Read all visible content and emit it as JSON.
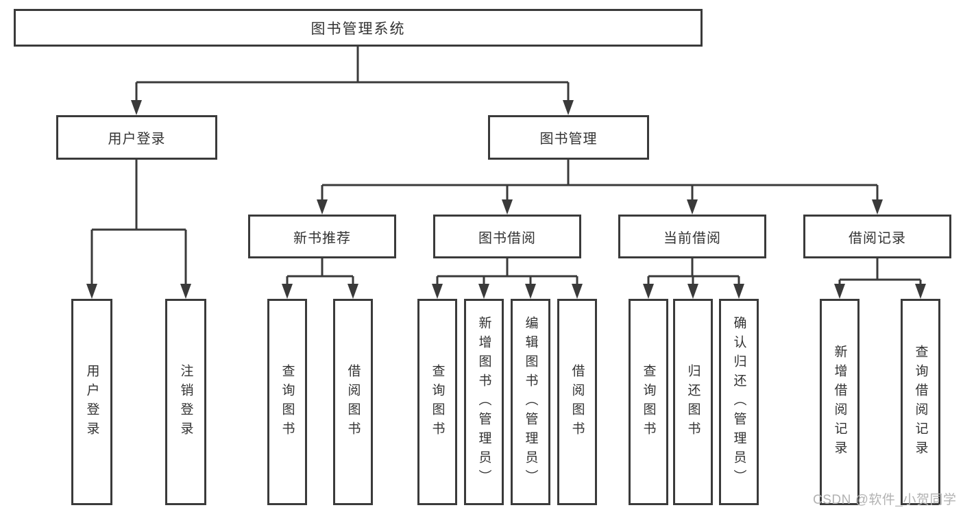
{
  "diagram_title": "图书管理系统",
  "colors": {
    "line": "#3a3a3a",
    "text": "#333333",
    "background": "#ffffff",
    "watermark": "#b2b2b2"
  },
  "tree": {
    "label": "图书管理系统",
    "children": [
      {
        "label": "用户登录",
        "children": [
          {
            "label": "用户登录"
          },
          {
            "label": "注销登录"
          }
        ]
      },
      {
        "label": "图书管理",
        "children": [
          {
            "label": "新书推荐",
            "children": [
              {
                "label": "查询图书"
              },
              {
                "label": "借阅图书"
              }
            ]
          },
          {
            "label": "图书借阅",
            "children": [
              {
                "label": "查询图书"
              },
              {
                "label": "新增图书（管理员）"
              },
              {
                "label": "编辑图书（管理员）"
              },
              {
                "label": "借阅图书"
              }
            ]
          },
          {
            "label": "当前借阅",
            "children": [
              {
                "label": "查询图书"
              },
              {
                "label": "归还图书"
              },
              {
                "label": "确认归还（管理员）"
              }
            ]
          },
          {
            "label": "借阅记录",
            "children": [
              {
                "label": "新增借阅记录"
              },
              {
                "label": "查询借阅记录"
              }
            ]
          }
        ]
      }
    ]
  },
  "watermark": {
    "text": "CSDN @软件_小贺同学"
  }
}
